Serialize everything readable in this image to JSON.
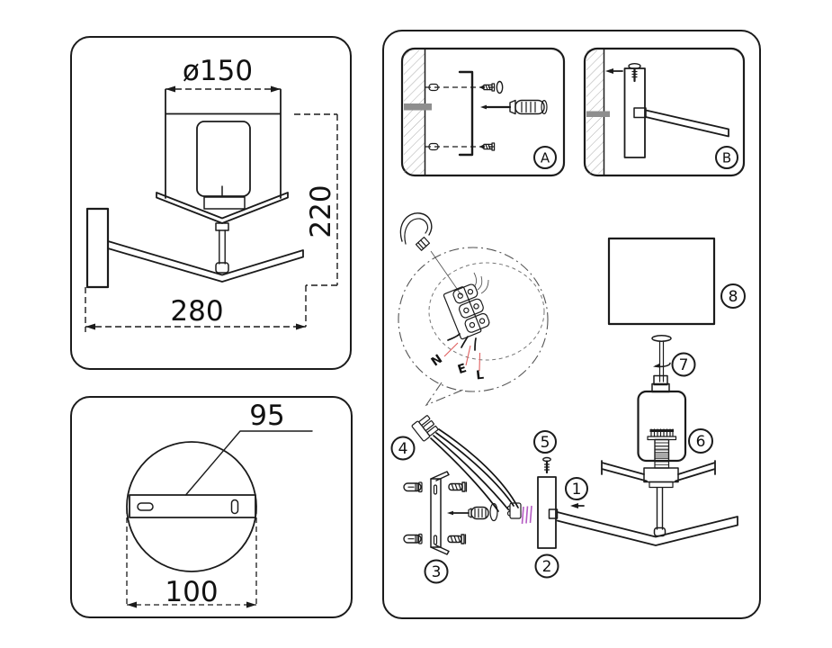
{
  "side_view": {
    "diameter": "ø150",
    "height": "220",
    "width": "280"
  },
  "base_view": {
    "bracket_length": "95",
    "base_diameter": "100"
  },
  "install": {
    "step_a": "A",
    "step_b": "B",
    "wires": {
      "n": "N",
      "e": "E",
      "l": "L"
    },
    "parts": {
      "n1": "1",
      "n2": "2",
      "n3": "3",
      "n4": "4",
      "n5": "5",
      "n6": "6",
      "n7": "7",
      "n8": "8"
    }
  },
  "colors": {
    "leader": "#e06060",
    "wire_accent": "#b45cc3"
  }
}
